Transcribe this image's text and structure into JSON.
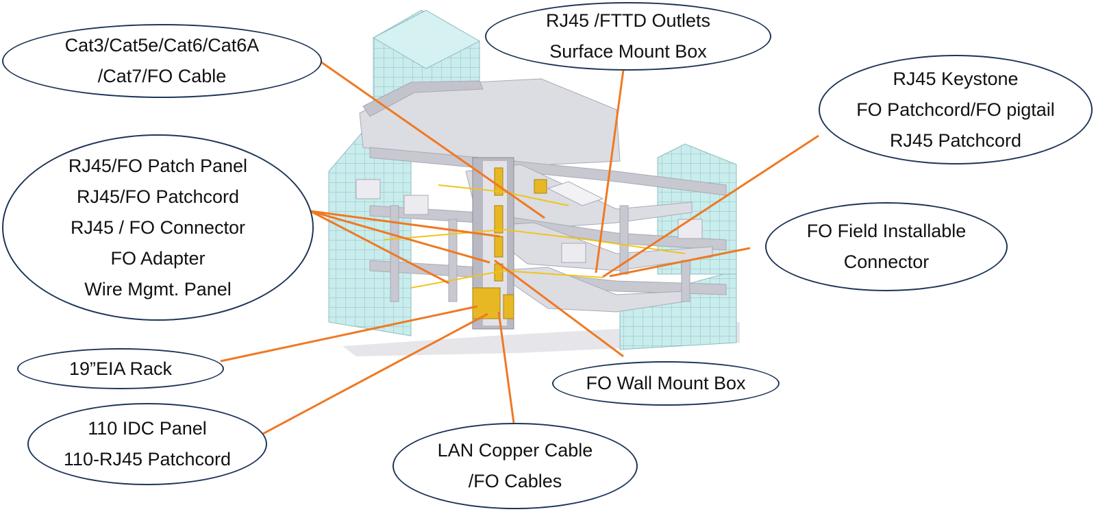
{
  "colors": {
    "leader": "#ef7922",
    "callout_border": "#1d3557",
    "glass": "#c9ecec",
    "glass_grid": "#8fbcbf",
    "floor_top": "#dcdce3",
    "floor_edge": "#a9a9b5",
    "rack": "#e8b824",
    "cable": "#f0c419"
  },
  "callouts": {
    "cable_types": [
      "Cat3/Cat5e/Cat6/Cat6A",
      "/Cat7/FO Cable"
    ],
    "outlets": [
      "RJ45 /FTTD Outlets",
      "Surface Mount Box"
    ],
    "keystone": [
      "RJ45 Keystone",
      "FO Patchcord/FO pigtail",
      "RJ45 Patchcord"
    ],
    "patch_panel": [
      "RJ45/FO Patch Panel",
      "RJ45/FO Patchcord",
      "RJ45 / FO Connector",
      "FO Adapter",
      "Wire Mgmt. Panel"
    ],
    "field_connector": [
      "FO Field Installable",
      "Connector"
    ],
    "rack": [
      "19”EIA Rack"
    ],
    "wall_box": [
      "FO Wall Mount Box"
    ],
    "idc_panel": [
      "110 IDC Panel",
      "110-RJ45 Patchcord"
    ],
    "lan_cable": [
      "LAN Copper Cable",
      "/FO Cables"
    ]
  }
}
